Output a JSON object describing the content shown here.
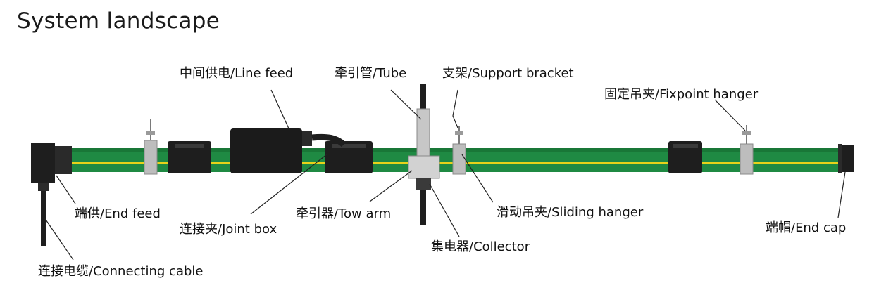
{
  "title": "System landscape",
  "colors": {
    "rail": "#1f8a43",
    "rail_dark": "#156a30",
    "rail_stripe": "#e8d21a",
    "component": "#1e1e1e",
    "metal": "#b8b8b8"
  },
  "labels": {
    "line_feed": "中间供电/Line feed",
    "tube": "牵引管/Tube",
    "support_bracket": "支架/Support bracket",
    "fixpoint_hanger": "固定吊夹/Fixpoint hanger",
    "end_feed": "端供/End feed",
    "joint_box": "连接夹/Joint box",
    "tow_arm": "牵引器/Tow arm",
    "sliding_hanger": "滑动吊夹/Sliding hanger",
    "end_cap": "端帽/End cap",
    "collector": "集电器/Collector",
    "connecting_cable": "连接电缆/Connecting cable"
  }
}
